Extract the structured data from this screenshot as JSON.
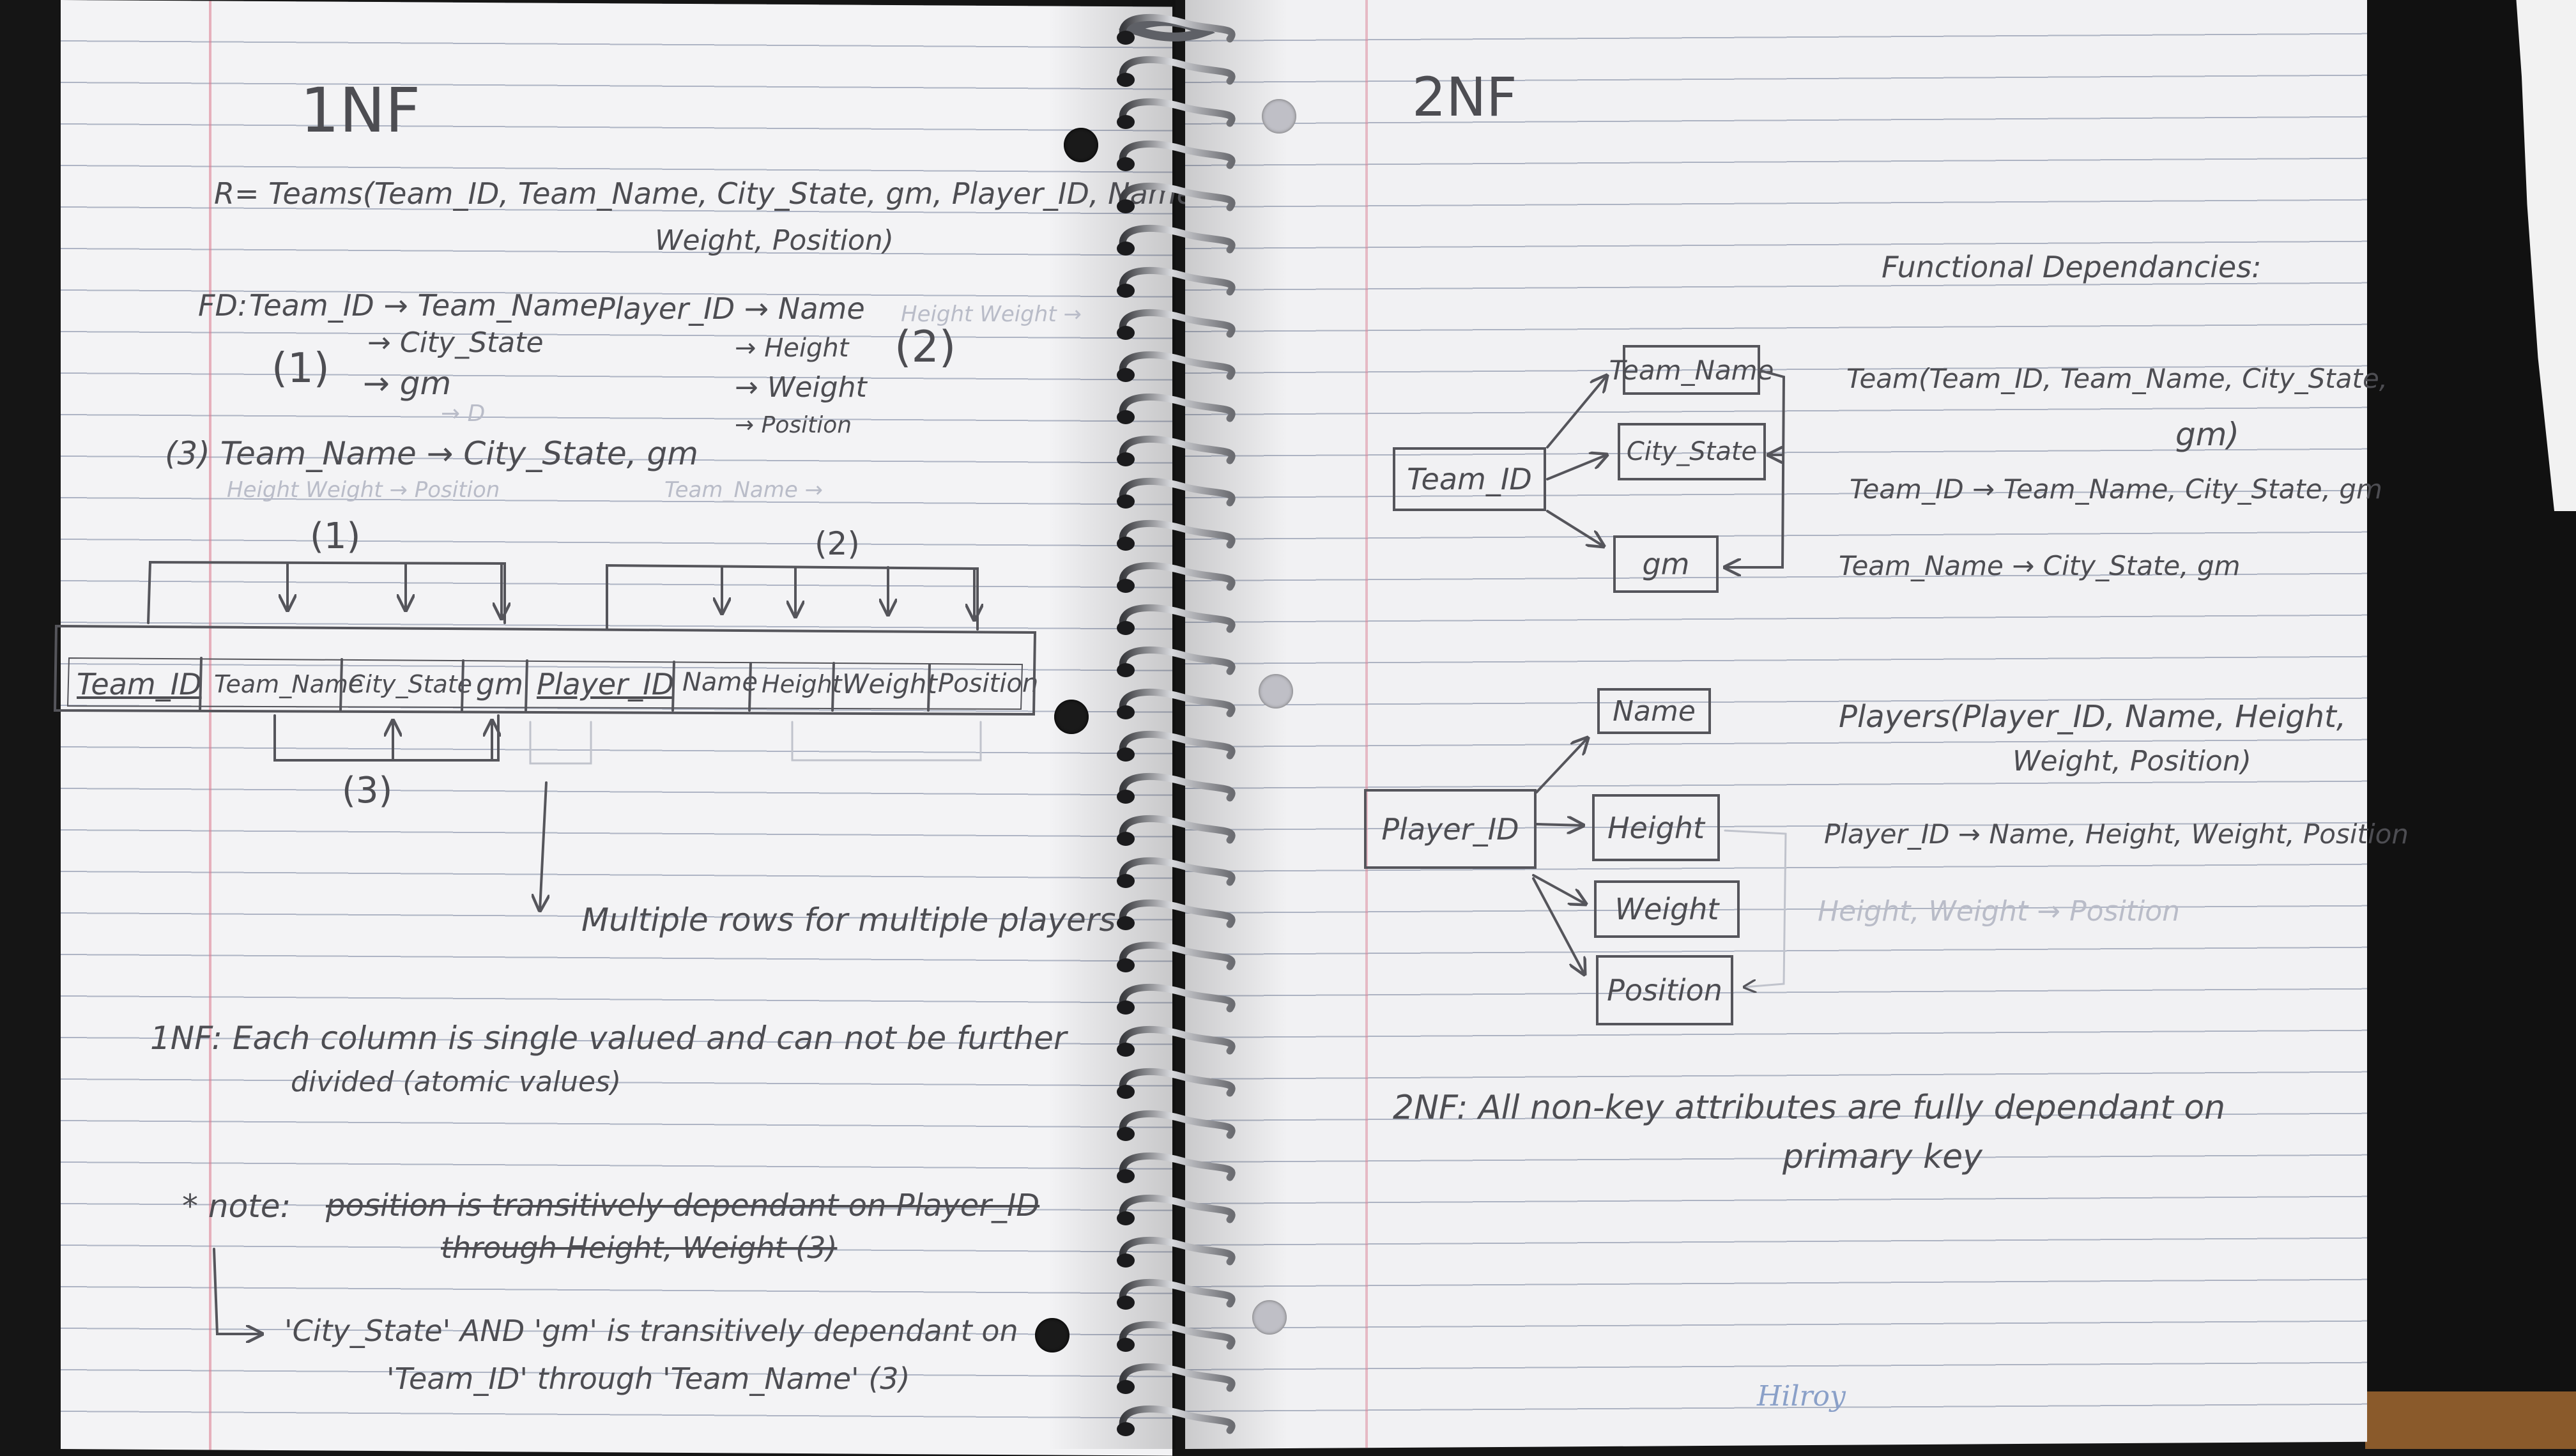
{
  "left_page": {
    "title": "1NF",
    "relation_line1": "R= Teams(Team_ID, Team_Name, City_State, gm, Player_ID, Name, Height,",
    "relation_line2": "Weight, Position)",
    "fd_label": "FD:",
    "fd1_a": "Team_ID → Team_Name",
    "fd1_b": "→ City_State",
    "fd1_c": "→ gm",
    "fd1_num": "(1)",
    "fd2_a": "Player_ID → Name",
    "fd2_b": "→ Height",
    "fd2_c": "→ Weight",
    "fd2_d": "→ Position",
    "fd2_num": "(2)",
    "faint_a": "Height Weight →",
    "faint_b": "→ D",
    "fd3": "(3) Team_Name → City_State, gm",
    "faint_c": "Height Weight → Position",
    "faint_d": "Team_Name →",
    "table_label_1": "(1)",
    "table_label_2": "(2)",
    "table_label_3": "(3)",
    "columns": [
      "Team_ID",
      "Team_Name",
      "City_State",
      "gm",
      "Player_ID",
      "Name",
      "Height",
      "Weight",
      "Position"
    ],
    "multiple_rows": "Multiple rows for multiple players",
    "def_line1": "1NF: Each column is single valued and can not be further",
    "def_line2": "divided (atomic values)",
    "note_prefix": "* note:",
    "note_struck1": "position is transitively dependant on Player_ID",
    "note_struck2": "through Height, Weight (3)",
    "trans_line1": "'City_State' AND 'gm' is transitively dependant on",
    "trans_line2": "'Team_ID' through 'Team_Name' (3)"
  },
  "right_page": {
    "title": "2NF",
    "fd_heading": "Functional Dependancies:",
    "team_root": "Team_ID",
    "team_boxes": [
      "Team_Name",
      "City_State",
      "gm"
    ],
    "teams_rel1": "Team(Team_ID, Team_Name, City_State,",
    "teams_rel2": "gm)",
    "teams_fd1": "Team_ID → Team_Name, City_State, gm",
    "teams_fd2": "Team_Name → City_State, gm",
    "player_root": "Player_ID",
    "player_boxes": [
      "Name",
      "Height",
      "Weight",
      "Position"
    ],
    "players_rel1": "Players(Player_ID, Name, Height,",
    "players_rel2": "Weight, Position)",
    "players_fd": "Player_ID → Name, Height, Weight, Position",
    "faint_fd": "Height, Weight → Position",
    "def_line1": "2NF: All non-key attributes are fully dependant on",
    "def_line2": "primary key",
    "brand": "Hilroy"
  }
}
